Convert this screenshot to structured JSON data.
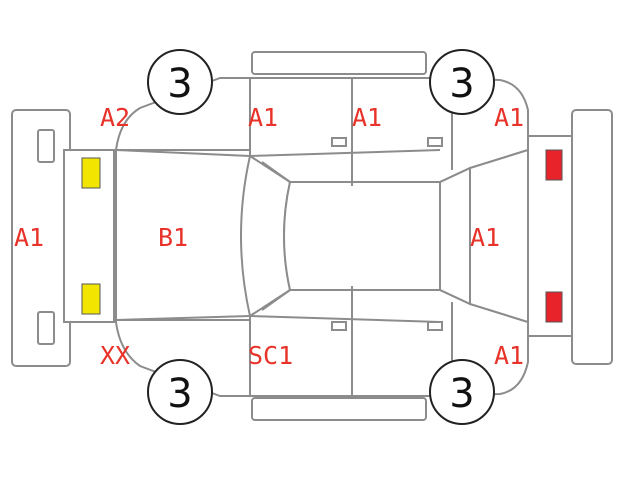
{
  "colors": {
    "code_text": "#e8332a",
    "outline": "#8c8c8c",
    "front_lights": "#f2e600",
    "rear_lights": "#e8232a"
  },
  "wheels": {
    "front_left": "3",
    "rear_left": "3",
    "front_right": "3",
    "rear_right": "3"
  },
  "codes": {
    "front_bumper": "A1",
    "hood": "B1",
    "front_left_fender": "A2",
    "front_left_door": "A1",
    "rear_left_door": "A1",
    "rear_left_quarter": "A1",
    "tailgate": "A1",
    "front_right_fender": "XX",
    "front_right_door": "SC1",
    "rear_right_quarter": "A1"
  }
}
